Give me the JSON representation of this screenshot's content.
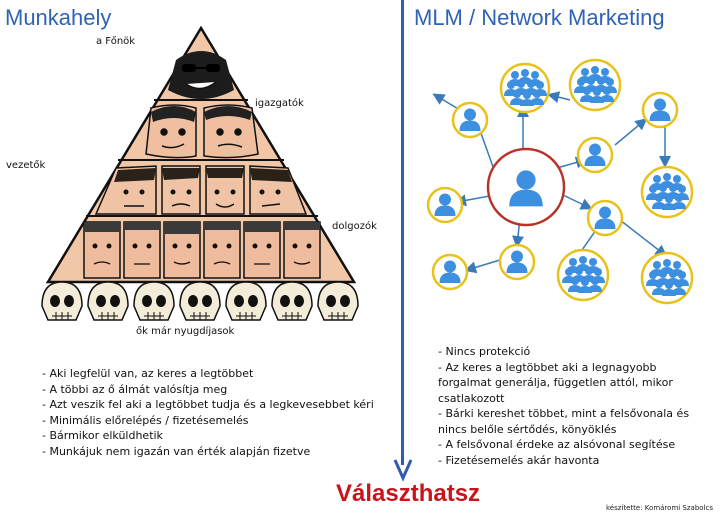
{
  "left": {
    "title": "Munkahely",
    "labels": {
      "boss": "a Főnök",
      "directors": "igazgatók",
      "leaders": "vezetők",
      "workers": "dolgozók",
      "retired": "ők már nyugdíjasok"
    },
    "bullets": [
      "Aki legfelül van, az keres a legtöbbet",
      "A többi az ő álmát valósítja meg",
      "Azt veszik fel aki a legtöbbet tudja és a legkevesebbet kéri",
      "Minimális előrelépés / fizetésemelés",
      "Bármikor elküldhetik",
      "Munkájuk nem igazán van érték alapján fizetve"
    ]
  },
  "right": {
    "title": "MLM / Network Marketing",
    "bullets": [
      "Nincs protekció",
      "Az keres a legtöbbet aki a legnagyobb forgalmat generálja, független attól, mikor csatlakozott",
      "Bárki kereshet többet, mint a felsővonala és nincs belőle sértődés, könyöklés",
      "A felsővonal érdeke az alsóvonal segítése",
      "Fizetésemelés akár havonta"
    ]
  },
  "footer": {
    "cta": "Választhatsz",
    "credit": "készítette: Komáromi Szabolcs"
  },
  "colors": {
    "title_blue": "#2f63b5",
    "divider_blue": "#2f5cae",
    "cta_red": "#c8151b",
    "center_ring": "#b8322a",
    "node_ring": "#e8c21a",
    "person_blue": "#3d8fe0",
    "arrow": "#3a7ab8"
  },
  "icons": {
    "pyramid": "pyramid-of-faces-illustration",
    "skull": "skull-icon",
    "person": "person-icon"
  }
}
